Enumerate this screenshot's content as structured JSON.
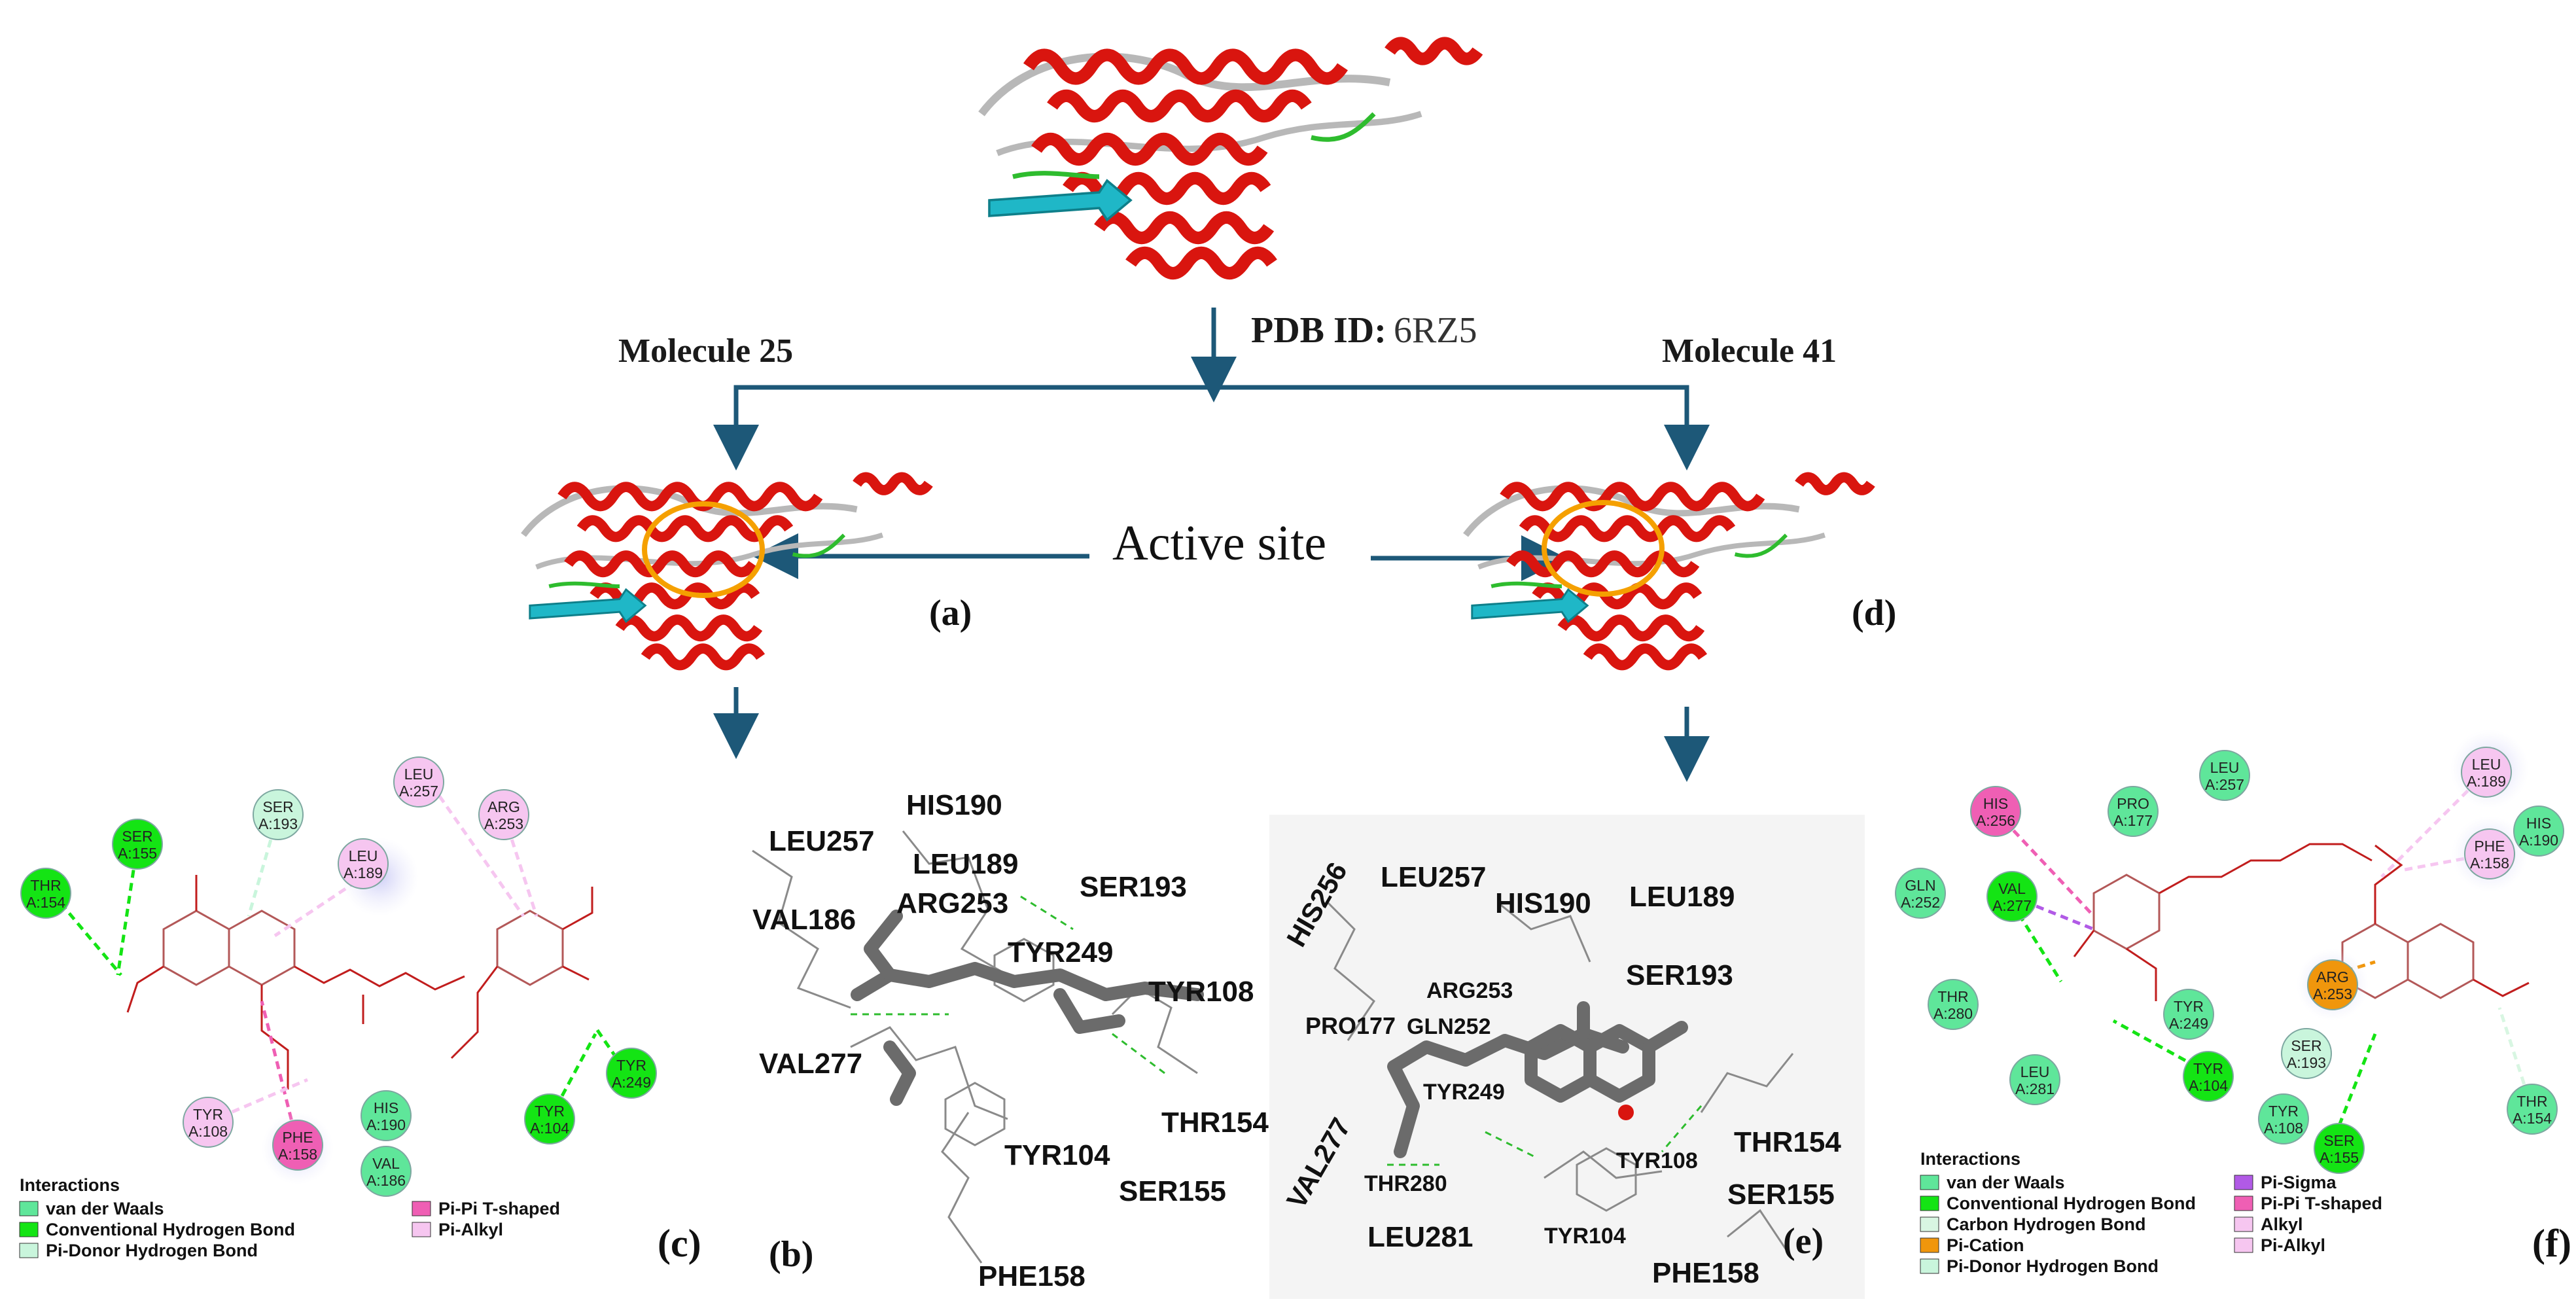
{
  "header": {
    "pdb_label": "PDB ID:",
    "pdb_code": "6RZ5",
    "molecule_left": "Molecule 25",
    "molecule_right": "Molecule 41",
    "active_site": "Active site"
  },
  "panels": {
    "a": "(a)",
    "b": "(b)",
    "c": "(c)",
    "d": "(d)",
    "e": "(e)",
    "f": "(f)"
  },
  "panel_b_residues": [
    "LEU257",
    "HIS190",
    "LEU189",
    "ARG253",
    "SER193",
    "VAL186",
    "TYR249",
    "TYR108",
    "VAL277",
    "THR154",
    "TYR104",
    "SER155",
    "PHE158"
  ],
  "panel_e_residues": [
    "HIS256",
    "LEU257",
    "HIS190",
    "LEU189",
    "SER193",
    "PRO177",
    "GLN252",
    "ARG253",
    "TYR249",
    "VAL277",
    "THR280",
    "TYR108",
    "THR154",
    "SER155",
    "LEU281",
    "TYR104",
    "PHE158"
  ],
  "panel_c_nodes": [
    {
      "id": "THR",
      "num": "A:154",
      "type": "conventional_hbond"
    },
    {
      "id": "SER",
      "num": "A:155",
      "type": "conventional_hbond"
    },
    {
      "id": "SER",
      "num": "A:193",
      "type": "pi_donor_hbond"
    },
    {
      "id": "LEU",
      "num": "A:189",
      "type": "pi_alkyl"
    },
    {
      "id": "LEU",
      "num": "A:257",
      "type": "pi_alkyl"
    },
    {
      "id": "ARG",
      "num": "A:253",
      "type": "pi_alkyl"
    },
    {
      "id": "TYR",
      "num": "A:249",
      "type": "conventional_hbond"
    },
    {
      "id": "TYR",
      "num": "A:104",
      "type": "conventional_hbond"
    },
    {
      "id": "VAL",
      "num": "A:186",
      "type": "van_der_waals"
    },
    {
      "id": "HIS",
      "num": "A:190",
      "type": "van_der_waals"
    },
    {
      "id": "PHE",
      "num": "A:158",
      "type": "pi_pi_tshaped"
    },
    {
      "id": "TYR",
      "num": "A:108",
      "type": "pi_alkyl"
    }
  ],
  "panel_f_nodes": [
    {
      "id": "HIS",
      "num": "A:256",
      "type": "pi_pi_tshaped"
    },
    {
      "id": "PRO",
      "num": "A:177",
      "type": "van_der_waals"
    },
    {
      "id": "LEU",
      "num": "A:257",
      "type": "van_der_waals"
    },
    {
      "id": "LEU",
      "num": "A:189",
      "type": "pi_alkyl"
    },
    {
      "id": "HIS",
      "num": "A:190",
      "type": "van_der_waals"
    },
    {
      "id": "PHE",
      "num": "A:158",
      "type": "pi_alkyl"
    },
    {
      "id": "GLN",
      "num": "A:252",
      "type": "van_der_waals"
    },
    {
      "id": "VAL",
      "num": "A:277",
      "type": "conventional_hbond"
    },
    {
      "id": "ARG",
      "num": "A:253",
      "type": "pi_cation"
    },
    {
      "id": "THR",
      "num": "A:280",
      "type": "van_der_waals"
    },
    {
      "id": "TYR",
      "num": "A:249",
      "type": "van_der_waals"
    },
    {
      "id": "TYR",
      "num": "A:104",
      "type": "conventional_hbond"
    },
    {
      "id": "SER",
      "num": "A:193",
      "type": "pi_donor_hbond"
    },
    {
      "id": "LEU",
      "num": "A:281",
      "type": "van_der_waals"
    },
    {
      "id": "TYR",
      "num": "A:108",
      "type": "van_der_waals"
    },
    {
      "id": "SER",
      "num": "A:155",
      "type": "conventional_hbond"
    },
    {
      "id": "THR",
      "num": "A:154",
      "type": "van_der_waals"
    }
  ],
  "legend_c": {
    "title": "Interactions",
    "items": [
      {
        "label": "van der Waals",
        "color": "#5fe69a"
      },
      {
        "label": "Conventional Hydrogen Bond",
        "color": "#14e414"
      },
      {
        "label": "Pi-Donor Hydrogen Bond",
        "color": "#c9f5dc"
      },
      {
        "label": "Pi-Pi T-shaped",
        "color": "#ef5fb4"
      },
      {
        "label": "Pi-Alkyl",
        "color": "#f6c6f0"
      }
    ]
  },
  "legend_f": {
    "title": "Interactions",
    "items": [
      {
        "label": "van der Waals",
        "color": "#5fe69a"
      },
      {
        "label": "Conventional Hydrogen Bond",
        "color": "#14e414"
      },
      {
        "label": "Carbon Hydrogen Bond",
        "color": "#d8f6e2"
      },
      {
        "label": "Pi-Cation",
        "color": "#f0960c"
      },
      {
        "label": "Pi-Donor Hydrogen Bond",
        "color": "#c9f5dc"
      },
      {
        "label": "Pi-Sigma",
        "color": "#b15ae6"
      },
      {
        "label": "Pi-Pi T-shaped",
        "color": "#ef5fb4"
      },
      {
        "label": "Alkyl",
        "color": "#f6c6f0"
      },
      {
        "label": "Pi-Alkyl",
        "color": "#f6c6f0"
      }
    ]
  },
  "colors": {
    "van_der_waals": "#5fe69a",
    "conventional_hbond": "#14e414",
    "pi_donor_hbond": "#c9f5dc",
    "pi_pi_tshaped": "#ef5fb4",
    "pi_alkyl": "#f6c6f0",
    "pi_cation": "#f0960c",
    "helix": "#d9150f",
    "arrow": "#1d5878",
    "active_ring": "#f5a000"
  }
}
